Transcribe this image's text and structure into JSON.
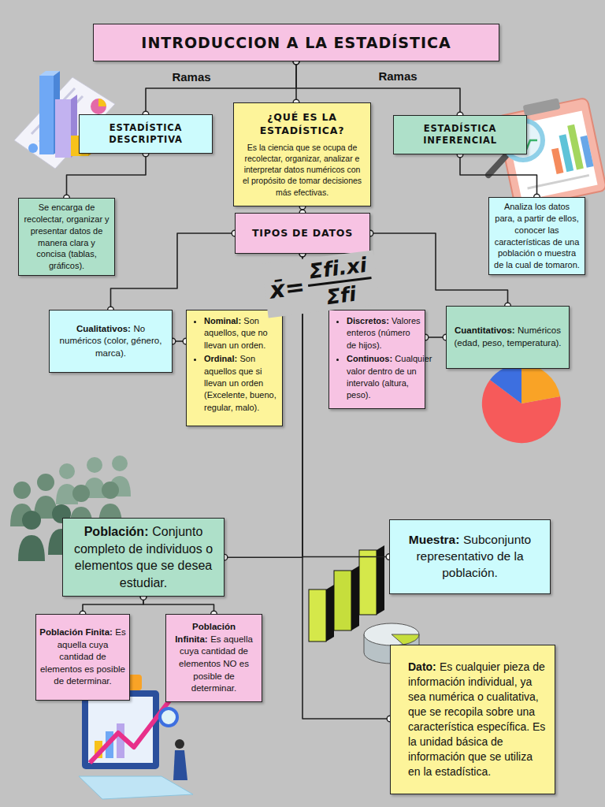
{
  "diagram": {
    "nodes": [
      {
        "text": [
          "INTRODUCCION A LA ESTADÍSTICA"
        ]
      },
      {
        "text": [
          "ESTADÍSTICA DESCRIPTIVA"
        ]
      },
      {
        "text": [
          "¿QUÉ ES LA ESTADÍSTICA?",
          "Es la ciencia que se ocupa de recolectar, organizar, analizar e interpretar datos numéricos con el propósito de tomar decisiones más efectivas."
        ]
      },
      {
        "text": [
          "ESTADÍSTICA INFERENCIAL"
        ]
      },
      {
        "text": [
          "Se encarga de recolectar, organizar y presentar datos de manera clara y concisa (tablas, gráficos)."
        ]
      },
      {
        "text": [
          "Analiza los datos para, a partir de ellos, conocer las características de una población o muestra de la cual de tomaron."
        ]
      },
      {
        "text": [
          "TIPOS DE DATOS"
        ]
      },
      {
        "text": [
          "Cualitativos:",
          "No numéricos (color, género, marca)."
        ]
      },
      {
        "text": [
          "Nominal:",
          "Son aquellos, que no llevan un orden.",
          "Ordinal:",
          "Son aquellos que si llevan un orden (Excelente, bueno, regular, malo)."
        ]
      },
      {
        "text": [
          "Discretos:",
          "Valores enteros (número de hijos).",
          "Continuos:",
          "Cualquier valor dentro de un intervalo (altura, peso)."
        ]
      },
      {
        "text": [
          "Cuantitativos:",
          "Numéricos (edad, peso, temperatura)."
        ]
      },
      {
        "text": [
          "Población:",
          "Conjunto completo de individuos o elementos que se desea estudiar."
        ]
      },
      {
        "text": [
          "Muestra:",
          "Subconjunto representativo de la población."
        ]
      },
      {
        "text": [
          "Población Finita:",
          "Es aquella cuya cantidad de elementos es posible de determinar."
        ]
      },
      {
        "text": [
          "Población Infinita:",
          "Es aquella cuya cantidad de elementos NO es posible de determinar."
        ]
      },
      {
        "text": [
          "Dato:",
          "Es cualquier pieza de información individual, ya sea numérica o cualitativa, que se recopila sobre una característica específica. Es la unidad básica de información que se utiliza en la estadística."
        ]
      }
    ],
    "edges": [
      {
        "from": 0,
        "to": 1,
        "label": "Ramas",
        "arrow": "none"
      },
      {
        "from": 0,
        "to": 3,
        "label": "Ramas",
        "arrow": "none"
      },
      {
        "from": 0,
        "to": 2,
        "arrow": "none"
      },
      {
        "from": 1,
        "to": 4,
        "arrow": "none"
      },
      {
        "from": 3,
        "to": 5,
        "arrow": "none"
      },
      {
        "from": 2,
        "to": 6,
        "arrow": "none"
      },
      {
        "from": 6,
        "to": 7,
        "arrow": "none"
      },
      {
        "from": 7,
        "to": 8,
        "arrow": "none"
      },
      {
        "from": 6,
        "to": 10,
        "arrow": "none"
      },
      {
        "from": 10,
        "to": 9,
        "arrow": "none"
      },
      {
        "from": 6,
        "to": 11,
        "arrow": "none"
      },
      {
        "from": 6,
        "to": 12,
        "arrow": "none"
      },
      {
        "from": 6,
        "to": 15,
        "arrow": "none"
      },
      {
        "from": 11,
        "to": 13,
        "arrow": "none"
      },
      {
        "from": 11,
        "to": 14,
        "arrow": "none"
      }
    ],
    "labels": [
      "x̄=",
      "Σfi.xi",
      "Σfi"
    ]
  }
}
